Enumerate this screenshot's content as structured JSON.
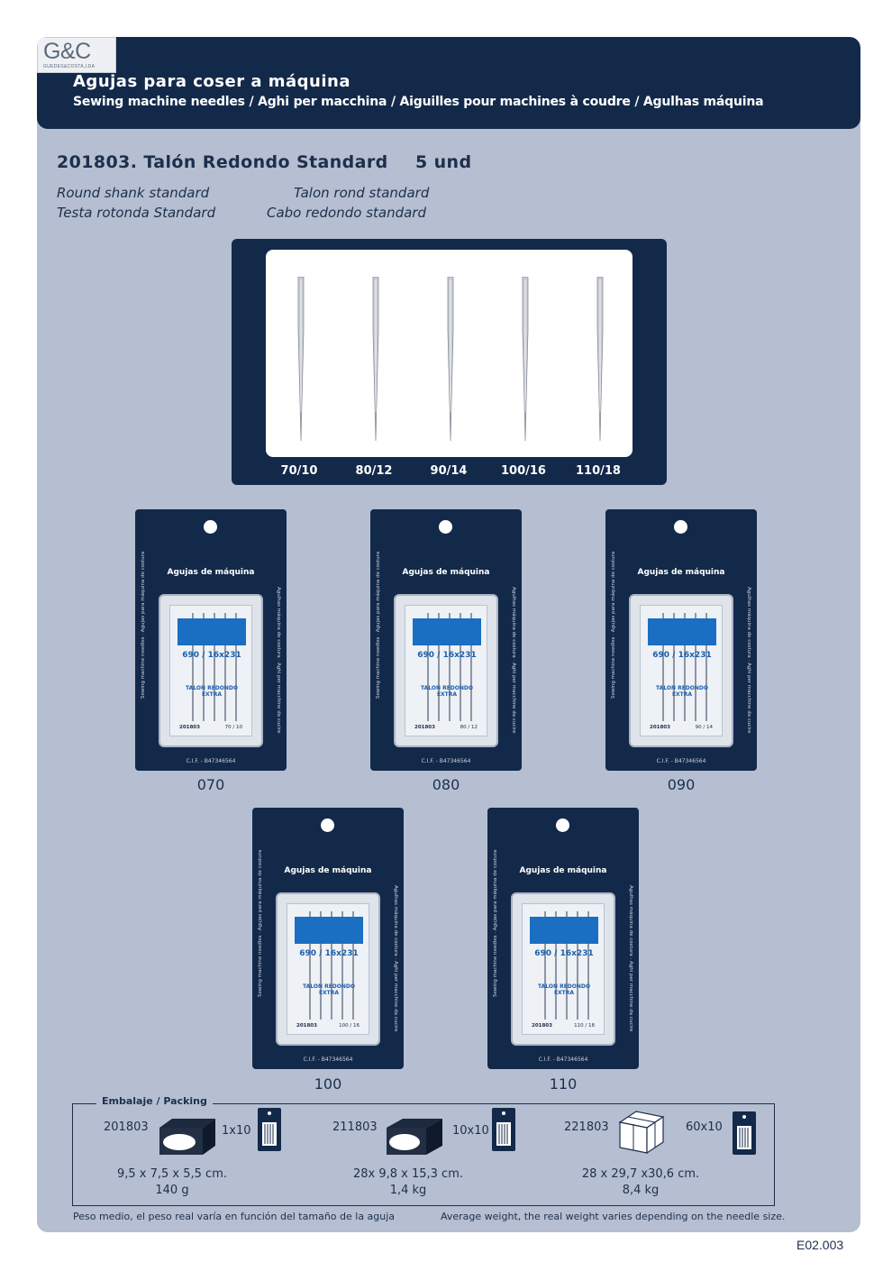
{
  "logo": {
    "text": "G&C",
    "sub": "GUEDES&COSTA,LDA"
  },
  "header": {
    "title": "Agujas para coser a máquina",
    "subtitle": "Sewing machine needles / Aghi per macchina / Aiguilles pour machines à coudre / Agulhas máquina"
  },
  "product": {
    "title": "201803. Talón Redondo Standard",
    "qty": "5 und",
    "names": {
      "en": "Round shank standard",
      "fr": "Talon rond standard",
      "it": "Testa rotonda Standard",
      "pt": "Cabo redondo standard"
    }
  },
  "needle_sizes": [
    "70/10",
    "80/12",
    "90/14",
    "100/16",
    "110/18"
  ],
  "package": {
    "title": "Agujas de máquina",
    "side_left": "Sewing machine needles · Agujas para máquina de costura",
    "side_right": "Agulhas máquina de costura · Aghi per macchine da cucire",
    "code": "690 / 16x231",
    "extra": "TALON REDONDO EXTRA",
    "ref": "201803",
    "cif": "C.I.F. - B47346564"
  },
  "packages": [
    {
      "label": "070",
      "size": "70 / 10"
    },
    {
      "label": "080",
      "size": "80 / 12"
    },
    {
      "label": "090",
      "size": "90 / 14"
    },
    {
      "label": "100",
      "size": "100 / 16"
    },
    {
      "label": "110",
      "size": "110 / 18"
    }
  ],
  "packing": {
    "legend": "Embalaje / Packing",
    "items": [
      {
        "code": "201803",
        "qty": "1x10",
        "dims": "9,5 x 7,5 x 5,5 cm.",
        "weight": "140 g",
        "icon": "small-box-icon"
      },
      {
        "code": "211803",
        "qty": "10x10",
        "dims": "28x 9,8 x 15,3 cm.",
        "weight": "1,4 kg",
        "icon": "long-box-icon"
      },
      {
        "code": "221803",
        "qty": "60x10",
        "dims": "28 x 29,7 x30,6 cm.",
        "weight": "8,4 kg",
        "icon": "carton-box-icon"
      }
    ]
  },
  "footer": {
    "left": "Peso medio, el peso real varía en función del tamaño de la aguja",
    "right": "Average weight, the real weight varies depending on the needle size."
  },
  "page_code": "E02.003",
  "colors": {
    "navy": "#13294a",
    "panel": "#b5bfd1",
    "text": "#1d2f4c",
    "label_blue": "#1a6fc2"
  }
}
